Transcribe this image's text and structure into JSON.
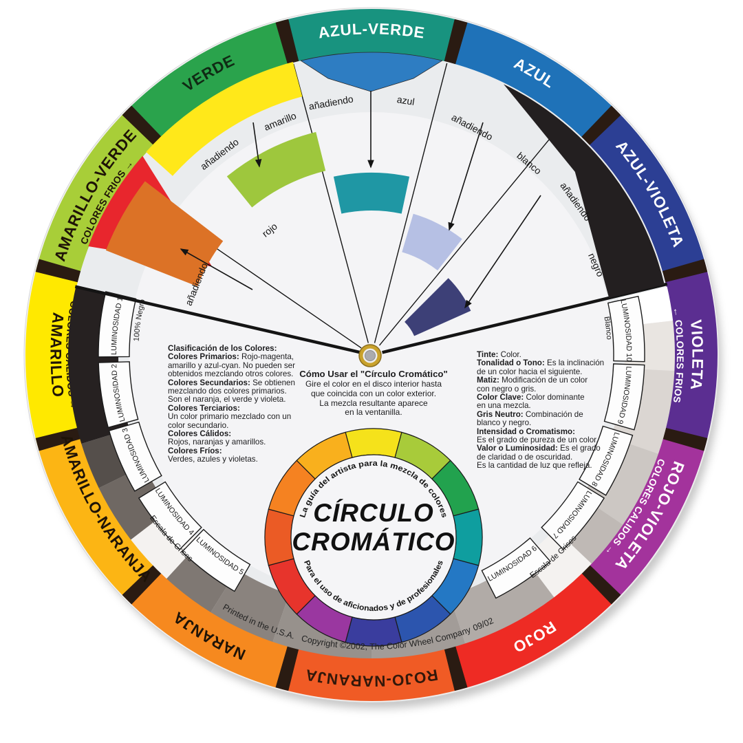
{
  "center": {
    "title_line1": "CÍRCULO",
    "title_line2": "CROMÁTICO",
    "tagline_top": "La guía del artista para la mezcla de colores",
    "tagline_bottom": "Para el uso de aficionados y de profesionales",
    "wheel_colors": [
      "#F5E21B",
      "#A8CB3A",
      "#22A24E",
      "#0F9E9F",
      "#2478C4",
      "#2C55AE",
      "#3A3D9E",
      "#9A37A0",
      "#E7342C",
      "#EB5B25",
      "#F58221",
      "#F9B01D"
    ]
  },
  "outer_ring": {
    "separator_color": "#2A1B12",
    "segments": [
      {
        "id": "azul-verde",
        "label": "AZUL-VERDE",
        "color": "#18937F",
        "label_color": "#FFFFFF"
      },
      {
        "id": "azul",
        "label": "AZUL",
        "color": "#1F72B8",
        "label_color": "#FFFFFF"
      },
      {
        "id": "azul-violeta",
        "label": "AZUL-VIOLETA",
        "color": "#2C3F94",
        "label_color": "#FFFFFF"
      },
      {
        "id": "violeta",
        "label": "VIOLETA",
        "color": "#5B2E91",
        "label_color": "#FFFFFF",
        "sublabel": "← COLORES FRIOS"
      },
      {
        "id": "rojo-violeta",
        "label": "ROJO-VIOLETA",
        "color": "#A3339C",
        "label_color": "#FFFFFF",
        "sublabel": "COLORES CALIDOS →"
      },
      {
        "id": "rojo",
        "label": "ROJO",
        "color": "#EE2B24",
        "label_color": "#FFFFFF"
      },
      {
        "id": "rojo-naranja",
        "label": "ROJO-NARANJA",
        "color": "#F05B25",
        "label_color": "#33180A"
      },
      {
        "id": "naranja",
        "label": "NARANJA",
        "color": "#F6891F",
        "label_color": "#1E1307"
      },
      {
        "id": "amarillo-naranja",
        "label": "AMARILLO-NARANJA",
        "color": "#FCB514",
        "label_color": "#1E1307",
        "dir": "ccw"
      },
      {
        "id": "amarillo",
        "label": "AMARILLO",
        "color": "#FFE900",
        "label_color": "#1E1307",
        "dir": "ccw",
        "sublabel": "COLORES CALIDOS →"
      },
      {
        "id": "amarillo-verde",
        "label": "AMARILLO-VERDE",
        "color": "#A8CE38",
        "label_color": "#1E1307",
        "sublabel": "COLORES FRIOS →"
      },
      {
        "id": "verde",
        "label": "VERDE",
        "color": "#2AA34C",
        "label_color": "#102A14"
      }
    ]
  },
  "mixing": {
    "adding_word": "añadiendo",
    "wedges": [
      {
        "color_name": "rojo",
        "swatch_color": "#DC7226"
      },
      {
        "color_name": "amarillo",
        "swatch_color": "#9EC73D"
      },
      {
        "color_name": "azul",
        "swatch_color": "#1F97A4"
      },
      {
        "color_name": "blanco",
        "swatch_color": "#B6C0E4"
      },
      {
        "color_name": "negro",
        "swatch_color": "#3D4077"
      }
    ],
    "window_color": "#2E7DC2",
    "peek_yellow": "#FFE81A",
    "peek_red": "#E8262D",
    "peek_black": "#231F20"
  },
  "gray_scale": {
    "black_label": "100% Negro",
    "white_label": "Blanco",
    "scale_label": "Escala de Grises",
    "left_boxes": [
      "LUMINOSIDAD 1",
      "LUMINOSIDAD 2",
      "LUMINOSIDAD 3",
      "LUMINOSIDAD 4",
      "LUMINOSIDAD 5"
    ],
    "right_boxes": [
      "LUMINOSIDAD 10",
      "LUMINOSIDAD 9",
      "LUMINOSIDAD 8",
      "LUMINOSIDAD 7",
      "LUMINOSIDAD 6"
    ],
    "white_zone": "#FFFFFF",
    "gap_color": "#F4F2F0",
    "shade_steps": [
      "#E9E5E1",
      "#DBD6D2",
      "#CCC7C3",
      "#BFB9B5",
      "#B1ABA7",
      "#A29C98",
      "#97918C",
      "#8A837E",
      "#7F7873",
      "#6F6863",
      "#554F4B",
      "#262121"
    ]
  },
  "classification": {
    "lines": [
      {
        "b": "Clasificación de los Colores:",
        "t": ""
      },
      {
        "b": "Colores Primarios:",
        "t": " Rojo-magenta,"
      },
      {
        "b": "",
        "t": "amarillo y azul-cyan.  No pueden ser"
      },
      {
        "b": "",
        "t": "obtenidos mezclando otros colores."
      },
      {
        "b": "Colores Secundarios:",
        "t": " Se obtienen"
      },
      {
        "b": "",
        "t": "mezclando dos colores primarios."
      },
      {
        "b": "",
        "t": "Son el naranja, el verde y violeta."
      },
      {
        "b": "Colores Terciarios:",
        "t": ""
      },
      {
        "b": "",
        "t": "Un color primario mezclado con un"
      },
      {
        "b": "",
        "t": "color secundario."
      },
      {
        "b": "Colores Cálidos:",
        "t": ""
      },
      {
        "b": "",
        "t": "Rojos, naranjas y amarillos."
      },
      {
        "b": "Colores Fríos:",
        "t": ""
      },
      {
        "b": "",
        "t": "Verdes, azules y violetas."
      }
    ]
  },
  "instructions": {
    "title": "Cómo Usar el \"Círculo Cromático\"",
    "lines": [
      "Gire el color en el disco interior hasta",
      "que coincida con un color exterior.",
      "La mezcla resultante aparece",
      "en la ventanilla."
    ]
  },
  "definitions": {
    "lines": [
      {
        "b": "Tinte:",
        "t": "  Color."
      },
      {
        "b": "Tonalidad o Tono:",
        "t": "  Es la inclinación"
      },
      {
        "b": "",
        "t": "de un color hacia el siguiente."
      },
      {
        "b": "Matiz:",
        "t": "  Modificación de un color"
      },
      {
        "b": "",
        "t": "con negro o gris."
      },
      {
        "b": "Color Clave:",
        "t": " Color dominante"
      },
      {
        "b": "",
        "t": "en una mezcla."
      },
      {
        "b": "Gris Neutro:",
        "t": " Combinación de"
      },
      {
        "b": "",
        "t": "blanco y negro."
      },
      {
        "b": "Intensidad o Cromatismo:",
        "t": ""
      },
      {
        "b": "",
        "t": "Es el grado de pureza de un color."
      },
      {
        "b": "Valor o Luminosidad:",
        "t": " Es el grado"
      },
      {
        "b": "",
        "t": "de claridad o de oscuridad."
      },
      {
        "b": "",
        "t": "Es la cantidad de luz que refleja."
      }
    ]
  },
  "footer": {
    "printed": "Printed in the U.S.A.",
    "copyright": "Copyright ©2002, The Color Wheel Company",
    "edition": "09/02"
  }
}
